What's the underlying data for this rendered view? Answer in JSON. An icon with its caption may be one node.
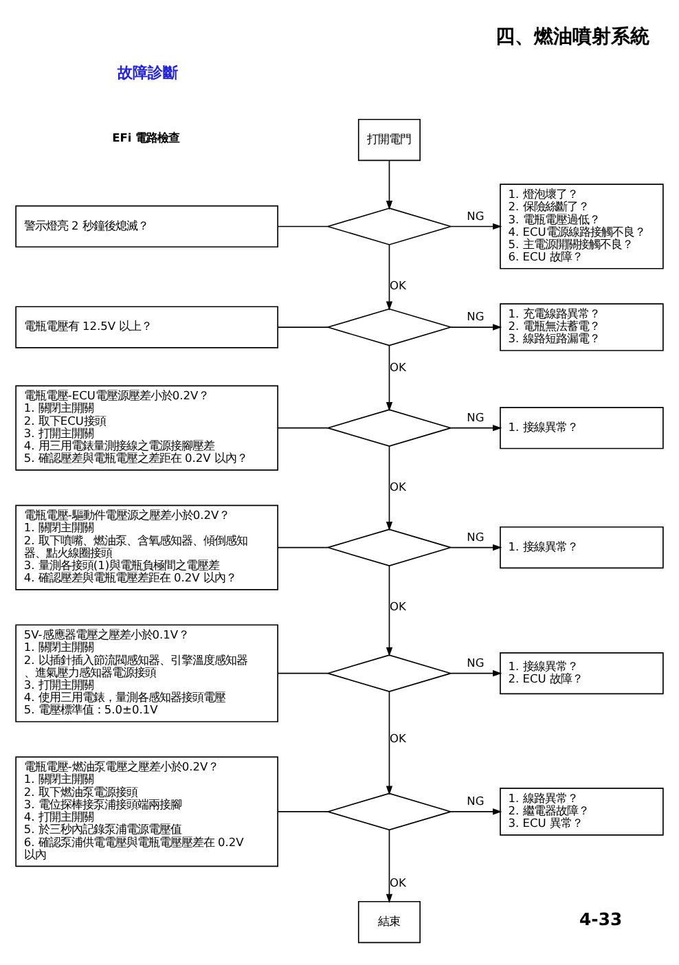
{
  "diagram": {
    "title": "四、燃油噴射系統",
    "nodes": [
      {
        "text": [
          "打開電門"
        ]
      },
      {
        "text": [
          "警示燈亮 2 秒鐘後熄滅？"
        ]
      },
      {
        "text": [],
        "shape": "diamond"
      },
      {
        "text": [
          "1. 燈泡壞了？",
          "2. 保險絲斷了？",
          "3. 電瓶電壓過低？",
          "4. ECU電源線路接觸不良？",
          "5. 主電源開關接觸不良？",
          "6. ECU 故障？"
        ]
      },
      {
        "text": [
          "電瓶電壓有 12.5V 以上？"
        ]
      },
      {
        "text": [],
        "shape": "diamond"
      },
      {
        "text": [
          "1. 充電線路異常？",
          "2. 電瓶無法蓄電？",
          "3. 線路短路漏電？"
        ]
      },
      {
        "text": [
          "電瓶電壓-ECU電壓源壓差小於0.2V？",
          "1. 關閉主開關",
          "2. 取下ECU接頭",
          "3. 打開主開關",
          "4. 用三用電錶量測接線之電源接腳壓差",
          "5. 確認壓差與電瓶電壓之差距在 0.2V 以內？"
        ]
      },
      {
        "text": [],
        "shape": "diamond"
      },
      {
        "text": [
          "1. 接線異常？"
        ]
      },
      {
        "text": [
          "電瓶電壓-驅動件電壓源之壓差小於0.2V？",
          "1. 關閉主開關",
          "2. 取下噴嘴、燃油泵、含氧感知器、傾倒感知器、點火線圈接頭",
          "3. 量測各接頭(1)與電瓶負極間之電壓差",
          "4. 確認壓差與電瓶電壓差距在 0.2V 以內？"
        ]
      },
      {
        "text": [],
        "shape": "diamond"
      },
      {
        "text": [
          "1. 接線異常？"
        ]
      },
      {
        "text": [
          "5V-感應器電壓之壓差小於0.1V？",
          "1. 關閉主開關",
          "2. 以插針插入節流閥感知器、引擎溫度感知器、進氣壓力感知器電源接頭",
          "3. 打開主開關",
          "4. 使用三用電錶，量測各感知器接頭電壓",
          "5. 電壓標準值：5.0±0.1V"
        ]
      },
      {
        "text": [],
        "shape": "diamond"
      },
      {
        "text": [
          "1. 接線異常？",
          "2. ECU 故障？"
        ]
      },
      {
        "text": [
          "電瓶電壓-燃油泵電壓之壓差小於0.2V？",
          "1. 關閉主開關",
          "2. 取下燃油泵電源接頭",
          "3. 電位探棒接泵浦接頭端兩接腳",
          "4. 打開主開關",
          "5. 於三秒內記錄泵浦電源電壓值",
          "6. 確認泵浦供電電壓與電瓶電壓壓差在 0.2V 以內"
        ]
      },
      {
        "text": [],
        "shape": "diamond"
      },
      {
        "text": [
          "1. 線路異常？",
          "2. 繼電器故障？",
          "3. ECU 異常？"
        ]
      },
      {
        "text": [
          "結束"
        ]
      }
    ],
    "edges": [
      {
        "from": 0,
        "to": 2,
        "arrow": "to"
      },
      {
        "from": 1,
        "to": 2,
        "arrow": "none"
      },
      {
        "from": 2,
        "to": 3,
        "arrow": "to",
        "label": "NG"
      },
      {
        "from": 2,
        "to": 5,
        "arrow": "to",
        "label": "OK"
      },
      {
        "from": 4,
        "to": 5,
        "arrow": "none"
      },
      {
        "from": 5,
        "to": 6,
        "arrow": "to",
        "label": "NG"
      },
      {
        "from": 5,
        "to": 8,
        "arrow": "to",
        "label": "OK"
      },
      {
        "from": 7,
        "to": 8,
        "arrow": "none"
      },
      {
        "from": 8,
        "to": 9,
        "arrow": "to",
        "label": "NG"
      },
      {
        "from": 8,
        "to": 11,
        "arrow": "to",
        "label": "OK"
      },
      {
        "from": 10,
        "to": 11,
        "arrow": "none"
      },
      {
        "from": 11,
        "to": 12,
        "arrow": "to",
        "label": "NG"
      },
      {
        "from": 11,
        "to": 14,
        "arrow": "to",
        "label": "OK"
      },
      {
        "from": 13,
        "to": 14,
        "arrow": "none"
      },
      {
        "from": 14,
        "to": 15,
        "arrow": "to",
        "label": "NG"
      },
      {
        "from": 14,
        "to": 17,
        "arrow": "to",
        "label": "OK"
      },
      {
        "from": 16,
        "to": 17,
        "arrow": "none"
      },
      {
        "from": 17,
        "to": 18,
        "arrow": "to",
        "label": "NG"
      },
      {
        "from": 17,
        "to": 19,
        "arrow": "to",
        "label": "OK"
      }
    ],
    "labels": [
      "故障診斷",
      "EFi 電路檢查",
      "4-33"
    ]
  }
}
